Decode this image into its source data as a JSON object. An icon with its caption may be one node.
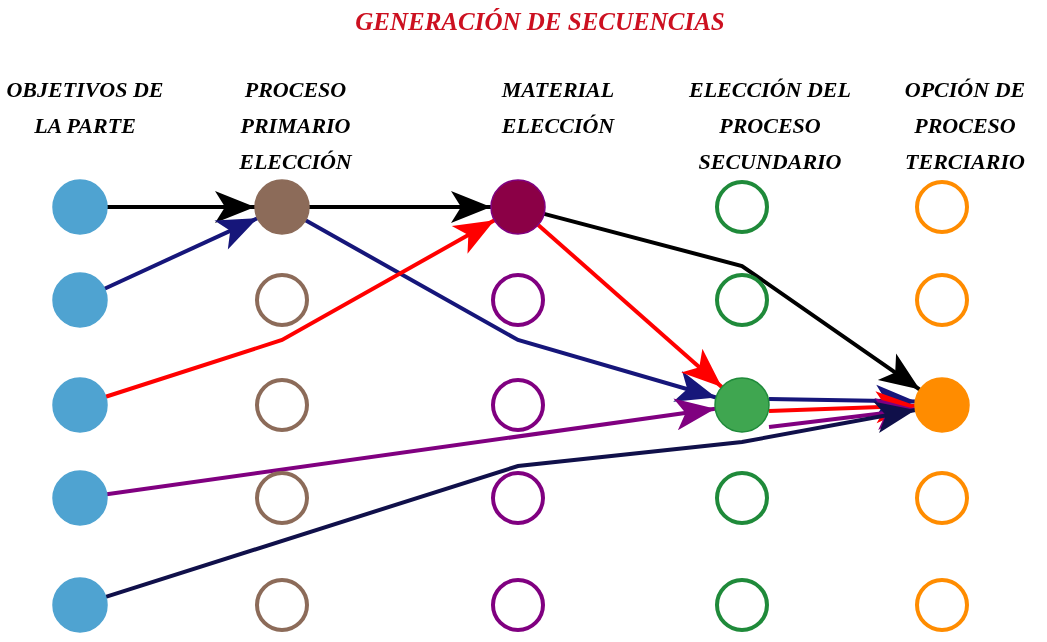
{
  "diagram": {
    "title": "GENERACIÓN DE SECUENCIAS",
    "labels": [
      "OBJETIVOS DE LA PARTE",
      "PROCESO PRIMARIO ELECCIÓN",
      "MATERIAL ELECCIÓN",
      "ELECCIÓN DEL PROCESO SECUNDARIO",
      "OPCIÓN DE PROCESO TERCIARIO"
    ],
    "nodes": [
      {
        "text": [],
        "shape": "disc"
      },
      {
        "text": [],
        "shape": "disc"
      },
      {
        "text": [],
        "shape": "disc"
      },
      {
        "text": [],
        "shape": "circle"
      },
      {
        "text": [],
        "shape": "circle"
      },
      {
        "text": [],
        "shape": "disc"
      },
      {
        "text": [],
        "shape": "circle"
      },
      {
        "text": [],
        "shape": "circle"
      },
      {
        "text": [],
        "shape": "circle"
      },
      {
        "text": [],
        "shape": "circle"
      },
      {
        "text": [],
        "shape": "disc"
      },
      {
        "text": [],
        "shape": "circle"
      },
      {
        "text": [],
        "shape": "circle"
      },
      {
        "text": [],
        "shape": "disc"
      },
      {
        "text": [],
        "shape": "disc"
      },
      {
        "text": [],
        "shape": "disc"
      },
      {
        "text": [],
        "shape": "circle"
      },
      {
        "text": [],
        "shape": "circle"
      },
      {
        "text": [],
        "shape": "circle"
      },
      {
        "text": [],
        "shape": "circle"
      },
      {
        "text": [],
        "shape": "disc"
      },
      {
        "text": [],
        "shape": "circle"
      },
      {
        "text": [],
        "shape": "circle"
      },
      {
        "text": [],
        "shape": "circle"
      },
      {
        "text": [],
        "shape": "circle"
      }
    ],
    "edges": [
      {
        "from": 0,
        "to": 1,
        "arrow": "to"
      },
      {
        "from": 1,
        "to": 2,
        "arrow": "to"
      },
      {
        "from": 2,
        "to": 14,
        "arrow": "to"
      },
      {
        "from": 5,
        "to": 1,
        "arrow": "to",
        "color": "#16167a"
      },
      {
        "from": 1,
        "to": 13,
        "arrow": "to",
        "color": "#16167a"
      },
      {
        "from": 13,
        "to": 14,
        "arrow": "to",
        "color": "#16167a"
      },
      {
        "from": 10,
        "to": 2,
        "arrow": "to",
        "color": "#ff0000"
      },
      {
        "from": 2,
        "to": 13,
        "arrow": "to",
        "color": "#ff0000"
      },
      {
        "from": 13,
        "to": 14,
        "arrow": "to",
        "color": "#ff0000"
      },
      {
        "from": 15,
        "to": 13,
        "arrow": "to",
        "color": "#800080"
      },
      {
        "from": 13,
        "to": 14,
        "arrow": "to",
        "color": "#800080"
      },
      {
        "from": 20,
        "to": 14,
        "arrow": "to",
        "color": "#10104a"
      }
    ]
  }
}
